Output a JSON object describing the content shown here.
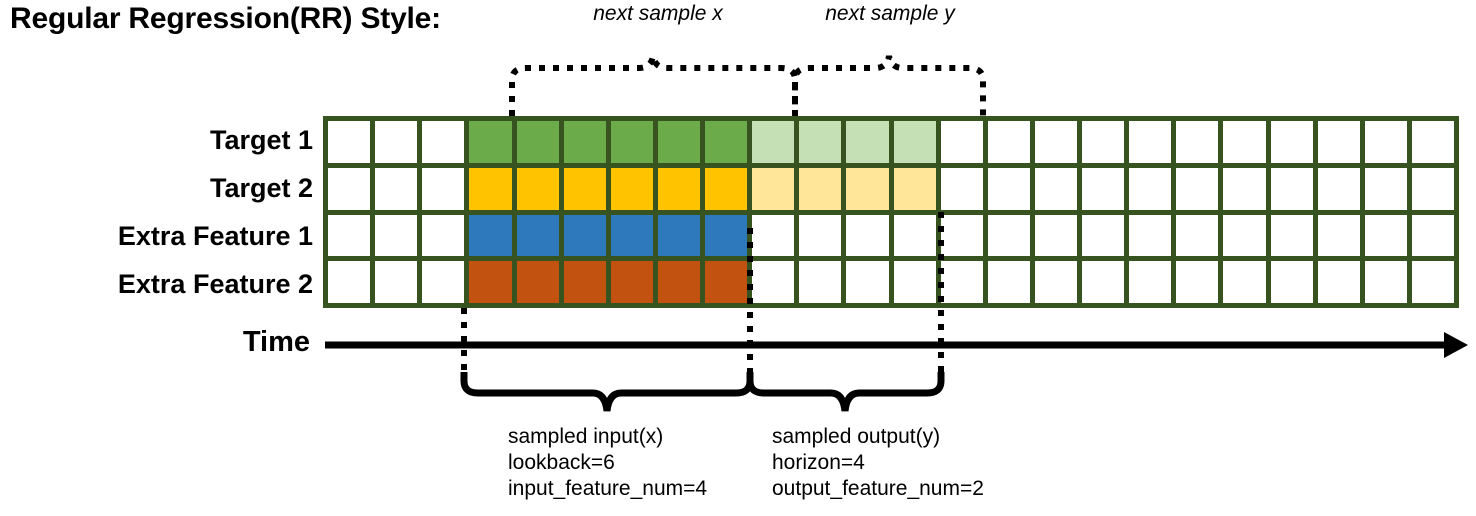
{
  "title": "Regular Regression(RR) Style:",
  "rows": [
    {
      "label": "Target 1",
      "name": "target-1",
      "color_key": "green",
      "light_key": "green_light"
    },
    {
      "label": "Target 2",
      "name": "target-2",
      "color_key": "yellow",
      "light_key": "yellow_light"
    },
    {
      "label": "Extra Feature 1",
      "name": "extra-feature-1",
      "color_key": "blue",
      "light_key": null
    },
    {
      "label": "Extra Feature 2",
      "name": "extra-feature-2",
      "color_key": "orange",
      "light_key": null
    }
  ],
  "grid": {
    "total_columns": 24,
    "blank_lead_columns": 3,
    "input_start_column": 3,
    "input_columns": 6,
    "output_start_column": 9,
    "output_columns": 4,
    "border_color": "#37531F",
    "empty_cell_color": "#FFFFFF"
  },
  "colors": {
    "green": "#6CAB4A",
    "green_light": "#C5E0B4",
    "yellow": "#FFC300",
    "yellow_light": "#FFE699",
    "blue": "#2E78BC",
    "orange": "#C2520F",
    "grid_border": "#37531F",
    "line": "#000000"
  },
  "top_brackets": [
    {
      "name": "next-sample-x",
      "label": "next sample x"
    },
    {
      "name": "next-sample-y",
      "label": "next sample y"
    }
  ],
  "time_axis": {
    "label": "Time"
  },
  "bottom_brackets": [
    {
      "name": "sampled-input",
      "lines": [
        "sampled input(x)",
        "lookback=6",
        "input_feature_num=4"
      ]
    },
    {
      "name": "sampled-output",
      "lines": [
        "sampled output(y)",
        "horizon=4",
        "output_feature_num=2"
      ]
    }
  ]
}
